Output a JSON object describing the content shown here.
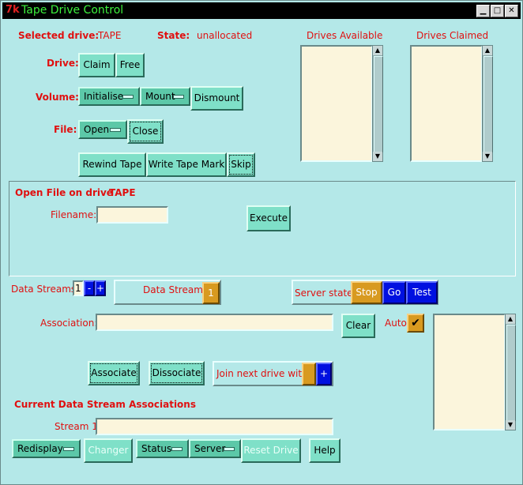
{
  "window": {
    "title": "Tape Drive Control",
    "min_glyph": "▁",
    "max_glyph": "□",
    "close_glyph": "✕"
  },
  "status": {
    "selected_label": "Selected drive:",
    "selected_value": "TAPE",
    "state_label": "State:",
    "state_value": "unallocated"
  },
  "lists": {
    "available_label": "Drives Available",
    "claimed_label": "Drives Claimed"
  },
  "drive": {
    "label": "Drive:",
    "claim": "Claim",
    "free": "Free"
  },
  "volume": {
    "label": "Volume:",
    "initialise": "Initialise",
    "mount": "Mount",
    "dismount": "Dismount"
  },
  "file": {
    "label": "File:",
    "open": "Open",
    "close": "Close"
  },
  "tape": {
    "rewind": "Rewind Tape",
    "write_mark": "Write Tape Mark",
    "skip": "Skip"
  },
  "openfile": {
    "title": "Open File on drive",
    "drive": "TAPE",
    "filename_label": "Filename:",
    "filename_value": "",
    "execute": "Execute"
  },
  "streams": {
    "label": "Data Streams",
    "count": "1",
    "dec": "-",
    "inc": "+",
    "stream_label": "Data Stream:",
    "stream_value": "1"
  },
  "server": {
    "label": "Server state:",
    "stop": "Stop",
    "go": "Go",
    "test": "Test"
  },
  "association": {
    "label": "Association:",
    "value": "",
    "clear": "Clear",
    "auto_label": "Auto",
    "auto_check": "✔",
    "associate": "Associate",
    "dissociate": "Dissociate",
    "join_label": "Join next drive with:",
    "join_plus": "+"
  },
  "current": {
    "title": "Current Data Stream Associations",
    "stream1_label": "Stream 1",
    "stream1_value": ""
  },
  "bottom": {
    "redisplay": "Redisplay",
    "changer": "Changer",
    "status": "Status",
    "server": "Server",
    "reset": "Reset Drive",
    "help": "Help"
  },
  "colors": {
    "background": "#b4e8e8",
    "button": "#7fe0c8",
    "label_red": "#e01010",
    "blue": "#0010e0",
    "orange": "#d89a20",
    "title_green": "#3ef23e"
  }
}
